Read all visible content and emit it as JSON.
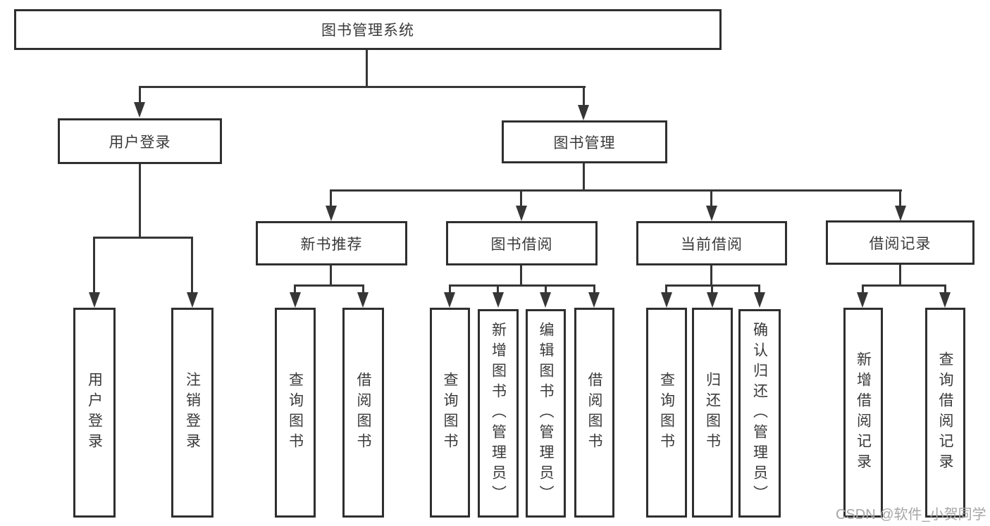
{
  "colors": {
    "background": "#ffffff",
    "box_border": "#2f2f2f",
    "connector_line": "#363636",
    "text": "#3a3a3a",
    "watermark": "#a6a6a6"
  },
  "watermark": {
    "text": "CSDN @软件_小贺同学"
  },
  "tree": {
    "label": "图书管理系统",
    "children": [
      {
        "label": "用户登录",
        "children": [
          {
            "label": "用户登录"
          },
          {
            "label": "注销登录"
          }
        ]
      },
      {
        "label": "图书管理",
        "children": [
          {
            "label": "新书推荐",
            "children": [
              {
                "label": "查询图书"
              },
              {
                "label": "借阅图书"
              }
            ]
          },
          {
            "label": "图书借阅",
            "children": [
              {
                "label": "查询图书"
              },
              {
                "label": "新增图书（管理员）"
              },
              {
                "label": "编辑图书（管理员）"
              },
              {
                "label": "借阅图书"
              }
            ]
          },
          {
            "label": "当前借阅",
            "children": [
              {
                "label": "查询图书"
              },
              {
                "label": "归还图书"
              },
              {
                "label": "确认归还（管理员）"
              }
            ]
          },
          {
            "label": "借阅记录",
            "children": [
              {
                "label": "新增借阅记录"
              },
              {
                "label": "查询借阅记录"
              }
            ]
          }
        ]
      }
    ]
  }
}
